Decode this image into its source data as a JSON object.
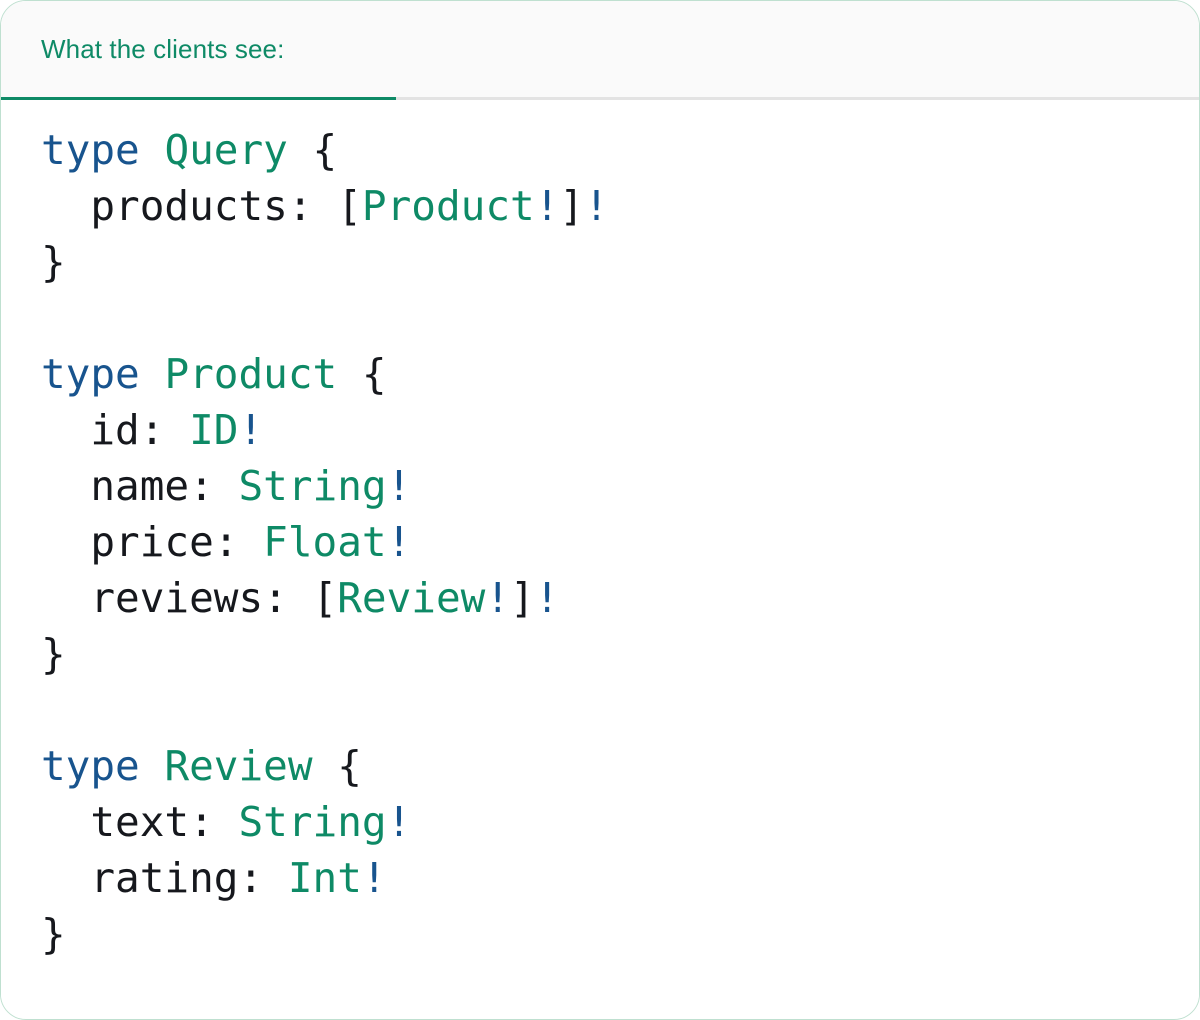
{
  "card": {
    "border_color": "#bfe0d0",
    "background": "#ffffff"
  },
  "header": {
    "background": "#fafafa",
    "active_tab": {
      "label": "What the clients see:",
      "color": "#0e8a66",
      "underline_color": "#0e8a66"
    },
    "divider_color": "#e3e3e3"
  },
  "colors": {
    "keyword": "#18548e",
    "type_name": "#0e8a66",
    "punctuation": "#16181d",
    "non_null": "#18548e",
    "field_name": "#16181d"
  },
  "code": {
    "language": "graphql",
    "lines": [
      {
        "i": 0,
        "tokens": [
          {
            "t": "type",
            "c": "kw"
          },
          {
            "t": " ",
            "c": "punc"
          },
          {
            "t": "Query",
            "c": "tname"
          },
          {
            "t": " ",
            "c": "punc"
          },
          {
            "t": "{",
            "c": "punc"
          }
        ]
      },
      {
        "i": 1,
        "tokens": [
          {
            "t": "  ",
            "c": "punc"
          },
          {
            "t": "products",
            "c": "fld"
          },
          {
            "t": ": ",
            "c": "punc"
          },
          {
            "t": "[",
            "c": "punc"
          },
          {
            "t": "Product",
            "c": "tname"
          },
          {
            "t": "!",
            "c": "bang"
          },
          {
            "t": "]",
            "c": "punc"
          },
          {
            "t": "!",
            "c": "bang"
          }
        ]
      },
      {
        "i": 2,
        "tokens": [
          {
            "t": "}",
            "c": "punc"
          }
        ]
      },
      {
        "i": 3,
        "tokens": []
      },
      {
        "i": 4,
        "tokens": [
          {
            "t": "type",
            "c": "kw"
          },
          {
            "t": " ",
            "c": "punc"
          },
          {
            "t": "Product",
            "c": "tname"
          },
          {
            "t": " ",
            "c": "punc"
          },
          {
            "t": "{",
            "c": "punc"
          }
        ]
      },
      {
        "i": 5,
        "tokens": [
          {
            "t": "  ",
            "c": "punc"
          },
          {
            "t": "id",
            "c": "fld"
          },
          {
            "t": ": ",
            "c": "punc"
          },
          {
            "t": "ID",
            "c": "tname"
          },
          {
            "t": "!",
            "c": "bang"
          }
        ]
      },
      {
        "i": 6,
        "tokens": [
          {
            "t": "  ",
            "c": "punc"
          },
          {
            "t": "name",
            "c": "fld"
          },
          {
            "t": ": ",
            "c": "punc"
          },
          {
            "t": "String",
            "c": "tname"
          },
          {
            "t": "!",
            "c": "bang"
          }
        ]
      },
      {
        "i": 7,
        "tokens": [
          {
            "t": "  ",
            "c": "punc"
          },
          {
            "t": "price",
            "c": "fld"
          },
          {
            "t": ": ",
            "c": "punc"
          },
          {
            "t": "Float",
            "c": "tname"
          },
          {
            "t": "!",
            "c": "bang"
          }
        ]
      },
      {
        "i": 8,
        "tokens": [
          {
            "t": "  ",
            "c": "punc"
          },
          {
            "t": "reviews",
            "c": "fld"
          },
          {
            "t": ": ",
            "c": "punc"
          },
          {
            "t": "[",
            "c": "punc"
          },
          {
            "t": "Review",
            "c": "tname"
          },
          {
            "t": "!",
            "c": "bang"
          },
          {
            "t": "]",
            "c": "punc"
          },
          {
            "t": "!",
            "c": "bang"
          }
        ]
      },
      {
        "i": 9,
        "tokens": [
          {
            "t": "}",
            "c": "punc"
          }
        ]
      },
      {
        "i": 10,
        "tokens": []
      },
      {
        "i": 11,
        "tokens": [
          {
            "t": "type",
            "c": "kw"
          },
          {
            "t": " ",
            "c": "punc"
          },
          {
            "t": "Review",
            "c": "tname"
          },
          {
            "t": " ",
            "c": "punc"
          },
          {
            "t": "{",
            "c": "punc"
          }
        ]
      },
      {
        "i": 12,
        "tokens": [
          {
            "t": "  ",
            "c": "punc"
          },
          {
            "t": "text",
            "c": "fld"
          },
          {
            "t": ": ",
            "c": "punc"
          },
          {
            "t": "String",
            "c": "tname"
          },
          {
            "t": "!",
            "c": "bang"
          }
        ]
      },
      {
        "i": 13,
        "tokens": [
          {
            "t": "  ",
            "c": "punc"
          },
          {
            "t": "rating",
            "c": "fld"
          },
          {
            "t": ": ",
            "c": "punc"
          },
          {
            "t": "Int",
            "c": "tname"
          },
          {
            "t": "!",
            "c": "bang"
          }
        ]
      },
      {
        "i": 14,
        "tokens": [
          {
            "t": "}",
            "c": "punc"
          }
        ]
      }
    ],
    "plain_text": "type Query {\n  products: [Product!]!\n}\n\ntype Product {\n  id: ID!\n  name: String!\n  price: Float!\n  reviews: [Review!]!\n}\n\ntype Review {\n  text: String!\n  rating: Int!\n}"
  }
}
